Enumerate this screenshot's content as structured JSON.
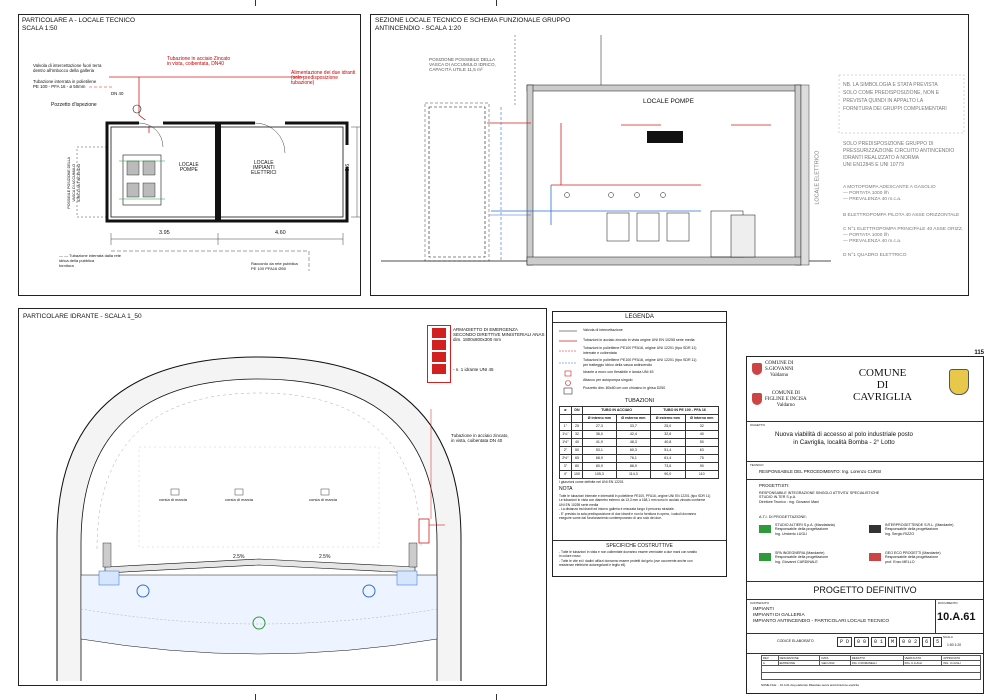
{
  "sheet_number": "115",
  "panel_a": {
    "title": "PARTICOLARE A - LOCALE TECNICO",
    "scale": "SCALA 1:50",
    "labels": {
      "valve": "Valvola di intercettazione fuori terra\ndentro all'imbocco della galleria",
      "pipe_internal": "Tubazione interrata in polietilene\nPE 100 - PFA 16 - ø 50mm",
      "pipe_zinc": "Tubazione in acciaio Zincato\nin vista, coibentata, DN40",
      "supply": "Alimentazione dei due idranti\n(solo predisposizione tubazione)",
      "dn40": "DN 40",
      "well": "Pozzetto d'ispezione",
      "room_pumps": "LOCALE\nPOMPE",
      "room_electric": "LOCALE\nIMPIANTI\nELETTRICI",
      "dim_left": "3.95",
      "dim_right": "4.60",
      "dim_height": "3.6",
      "tank_note": "POSSIBILE POSIZIONE DELLA\nVASCA DI ACCUMULO\nIDRICO ANTINCENDIO",
      "legend_left": "— — Tubazione interrata dalla rete\nidrica della pubblica\nfornitura",
      "legend_right": "Raccordo da rete pubblica\nPE 100 PFA16 Ø50"
    }
  },
  "panel_b": {
    "title": "SEZIONE LOCALE TECNICO E SCHEMA FUNZIONALE GRUPPO\nANTINCENDIO - SCALA 1:20",
    "room_label": "LOCALE POMPE",
    "tank_note": "POSIZIONE POSSIBILE DELLA\nVASCA DI ACCUMULO IDRICO,\nCAPACITÀ UTILE 11,5 m³",
    "right_note1": "NB. LA SIMBOLOGIA E STATA PREVISTA\nSOLO COME PREDISPOSIZIONE, NON E\nPREVISTA QUINDI IN APPALTO LA\nFORNITURA DEI GRUPPI COMPLEMENTARI",
    "right_note2": "SOLO PREDISPOSIZIONE GRUPPO DI\nPRESSURIZZAZIONE CIRCUITO ANTINCENDIO\nIDRANTI REALIZZATO A NORMA\nUNI EN12845 E UNI 10779",
    "right_items": [
      "A  MOTOPOMPA ADESCANTE A GASOLIO\n    — PORTATA 1000 l/h\n    — PREVALENZA 40 m.c.a.",
      "B  ELETTROPOMPA PILOTA 40 ASSE ORIZZONTALE",
      "C  N°1 ELETTROPOMPA PRINCIPALE 40 ASSE ORIZZ.\n    — PORTATA 1000 l/h\n    — PREVALENZA 40 m.c.a.",
      "D  N°1 QUADRO ELETTRICO"
    ],
    "vertical_label": "LOCALE ELETTRICO"
  },
  "panel_c": {
    "title": "PARTICOLARE IDRANTE - SCALA 1_50",
    "cabinet_note": "ARMADIETTO DI EMERGENZA\nSECONDO DIRETTIVE MINISTERIALI ANAS\ndim. 1800x800x300 mm",
    "hydrant_note": "- n. 1 idrante UNI 45",
    "pipe_note": "Tubazione in acciaio zincato,\nin vista, coibentata DN 40",
    "lanes": [
      "corsia di marcia",
      "corsia di marcia",
      "corsia di marcia"
    ],
    "slope_left": "2.5%",
    "slope_right": "2.5%"
  },
  "legend": {
    "title": "LEGENDA",
    "items": [
      "Valvola di intercettazione",
      "Tubazioni in acciaio zincato in vista origine UNI EN 10255 serie media",
      "Tubazioni in polietilene PE100 PFA16, origine UNI 12201 (tipo SDR 11)\ninterrate e coibentata",
      "Tubazioni in polietilene PE100 PFA16, origine UNI 12201 (tipo SDR 11)\nper tratteggio idrico della vasca antincendio",
      "Idrante a muro con flessibile e lancia UNI 45",
      "Attacco per autopompa singolo",
      "Pozzetto dim. 80x80 cm con chiusino in ghisa D250"
    ],
    "tub_title": "TUBAZIONI",
    "tub_headers": [
      "ø",
      "DN",
      "TUBO IN ACCIAIO",
      "",
      "TUBO IN PE 100 - PFA 16",
      ""
    ],
    "tub_sub": [
      "",
      "",
      "Ø interno mm",
      "Ø esterno mm",
      "Ø esterno mm",
      "Ø interno mm"
    ],
    "tub_rows": [
      [
        "1\"",
        "25",
        "27,3",
        "33,7",
        "25,0",
        "32"
      ],
      [
        "1¼\"",
        "32",
        "36,0",
        "42,4",
        "32,6",
        "40"
      ],
      [
        "1½\"",
        "40",
        "41,9",
        "48,3",
        "40,8",
        "50"
      ],
      [
        "2\"",
        "50",
        "53,1",
        "60,3",
        "51,4",
        "63"
      ],
      [
        "2½\"",
        "65",
        "68,9",
        "76,1",
        "61,4",
        "75"
      ],
      [
        "3\"",
        "80",
        "80,9",
        "88,9",
        "73,6",
        "90"
      ],
      [
        "4\"",
        "100",
        "105,3",
        "114,3",
        "90,0",
        "110"
      ]
    ],
    "tub_footnote": "I giunzioni come definite nel UNI EN 12201",
    "nota_title": "NOTA",
    "nota_lines": [
      "Tutte le tubazioni interrate e interrabili in polietilene PE100, PFA16, origine UNI EN 12201 (tipo SDR 11)",
      "Le tubazioni in vista con diametro esterno da 13,3 mm a 168,1 mm sono in acciaio zincato conforme",
      "UNI EN 10255 serie media",
      "- La distanza tra idranti ed intorno galleria è misurata lungo il percorso stradale.",
      "- E' previsto la sola predisposizione di due idranti e non la fornitura in opera, i calcoli dovranno",
      "  eseguire come dal funzionamento contemporaneo di uno solo dei due."
    ],
    "spec_title": "SPECIFICHE COSTRUTTIVE",
    "spec_lines": [
      "- Tutte le tubazioni in vista e non coibentate dovranno essere verniciate a due mani con smalto",
      "  in colore rosso",
      "- Tutte le vite ed i dadini utilizzi dovranno essere protetti dai gelo (ove occorrente anche con",
      "  resistenze elettriche autoregolanti e teglio ell)."
    ]
  },
  "title_block": {
    "comune_svg": "COMUNE DI\nS.GIOVANNI\nValdarno",
    "comune_figline": "COMUNE DI\nFIGLINE E INCISA\nValdarno",
    "comune_main": "COMUNE\nDI\nCAVRIGLIA",
    "oggetto_small": "OGGETTO",
    "project_title": "Nuova viabilità di accesso al polo industriale posto\nin Cavriglia, località Bomba - 2° Lotto",
    "resp_small": "TECNICO",
    "responsabile": "RESPONSABILE DEL PROCEDIMENTO:   Ing. Lorenzo CURSI",
    "progettisti": "PROGETTISTI:",
    "progettisti_detail": "RESPONSABILE INTEGRAZIONE SINGOLO ATTIVITA' SPECIALISTICHE\nSTUDIO IN.TER S.p.A.\nDirettore Tecnico : Ing. Giovanni Mani",
    "ati": "A.T.I. DI PROGETTAZIONE:",
    "firms": [
      "STUDIO ALTIERI S.p.A. (Mandataria)\nResponsabile della progettazione\nIng. Umberto LUGLI",
      "INTERPROGETTENDE S.R.L. (Mandante)\nResponsabile della progettazione\nIng. Sergio RIZZO",
      "SPA INGEGNERIA (Mandante)\nResponsabile della progettazione\nIng. Giovanni CARDINALE",
      "GEO ECO PROGETTI (Mandante)\nResponsabile della progettazione\nprof. Enzo MELLO"
    ],
    "phase": "PROGETTO DEFINITIVO",
    "content_small": "CONTENUTO",
    "content": "IMPIANTI\nIMPIANTI DI GALLERIA\nIMPIANTO ANTINCENDIO - PARTICOLARI LOCALE TECNICO",
    "doc_small": "DOCUMENTO",
    "doc_code": "10.A.61",
    "codice_label": "CODICE ELABORATO",
    "codice_boxes": [
      "P D",
      "0 0",
      "0 1",
      "M",
      "0 0 2",
      "6",
      "5"
    ],
    "scale_label": "SCALA",
    "scale_value": "1:50 1:20",
    "rev_headers": [
      "REV",
      "DESCRIZIONE",
      "DATA",
      "REDATTO",
      "VERIFICATO",
      "APPROVATO"
    ],
    "rev_row": [
      "A",
      "EMISSIONE",
      "GEN 2012",
      "ING. F.ROMANELLI",
      "ING. U.LUGLI",
      "ING. U.LUGLI"
    ],
    "footer": "NOME FILE: ...10.A.61.dwg   elaborato   Rilasciato senza autorizzazione esplicita"
  },
  "colors": {
    "line": "#111111",
    "red": "#d21f1f",
    "blue": "#2b6fd6",
    "green": "#2f9a3a",
    "hatch": "#777777"
  }
}
